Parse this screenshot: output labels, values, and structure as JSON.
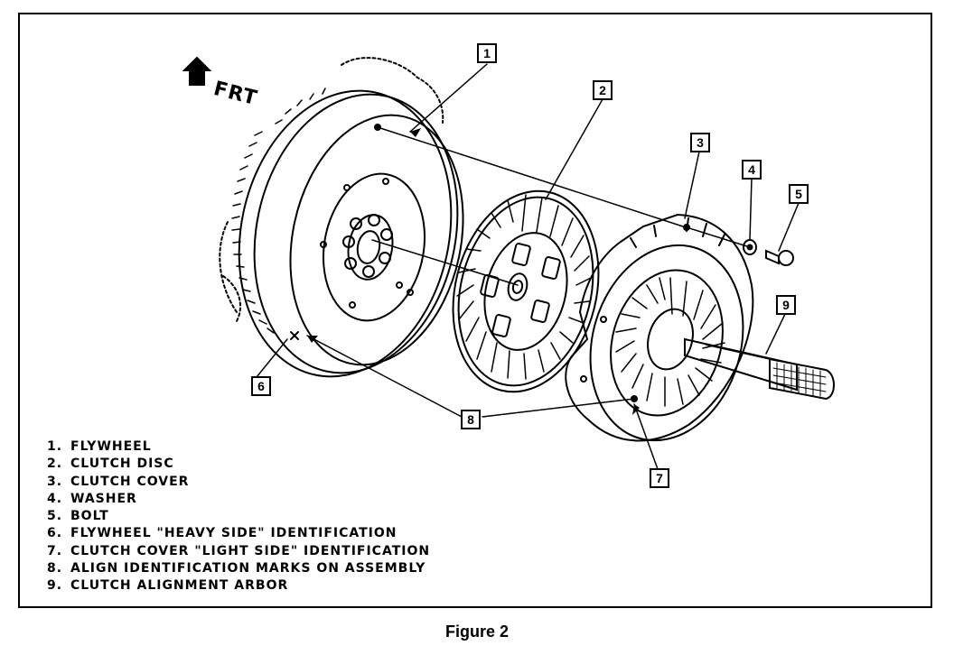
{
  "direction_label": "FRT",
  "callouts": [
    "1",
    "2",
    "3",
    "4",
    "5",
    "6",
    "7",
    "8",
    "9"
  ],
  "legend": [
    {
      "num": "1.",
      "text": "FLYWHEEL"
    },
    {
      "num": "2.",
      "text": "CLUTCH DISC"
    },
    {
      "num": "3.",
      "text": "CLUTCH COVER"
    },
    {
      "num": "4.",
      "text": "WASHER"
    },
    {
      "num": "5.",
      "text": "BOLT"
    },
    {
      "num": "6.",
      "text": "FLYWHEEL \"HEAVY SIDE\" IDENTIFICATION"
    },
    {
      "num": "7.",
      "text": "CLUTCH COVER \"LIGHT SIDE\" IDENTIFICATION"
    },
    {
      "num": "8.",
      "text": "ALIGN IDENTIFICATION MARKS ON ASSEMBLY"
    },
    {
      "num": "9.",
      "text": "CLUTCH ALIGNMENT ARBOR"
    }
  ],
  "caption": "Figure 2"
}
